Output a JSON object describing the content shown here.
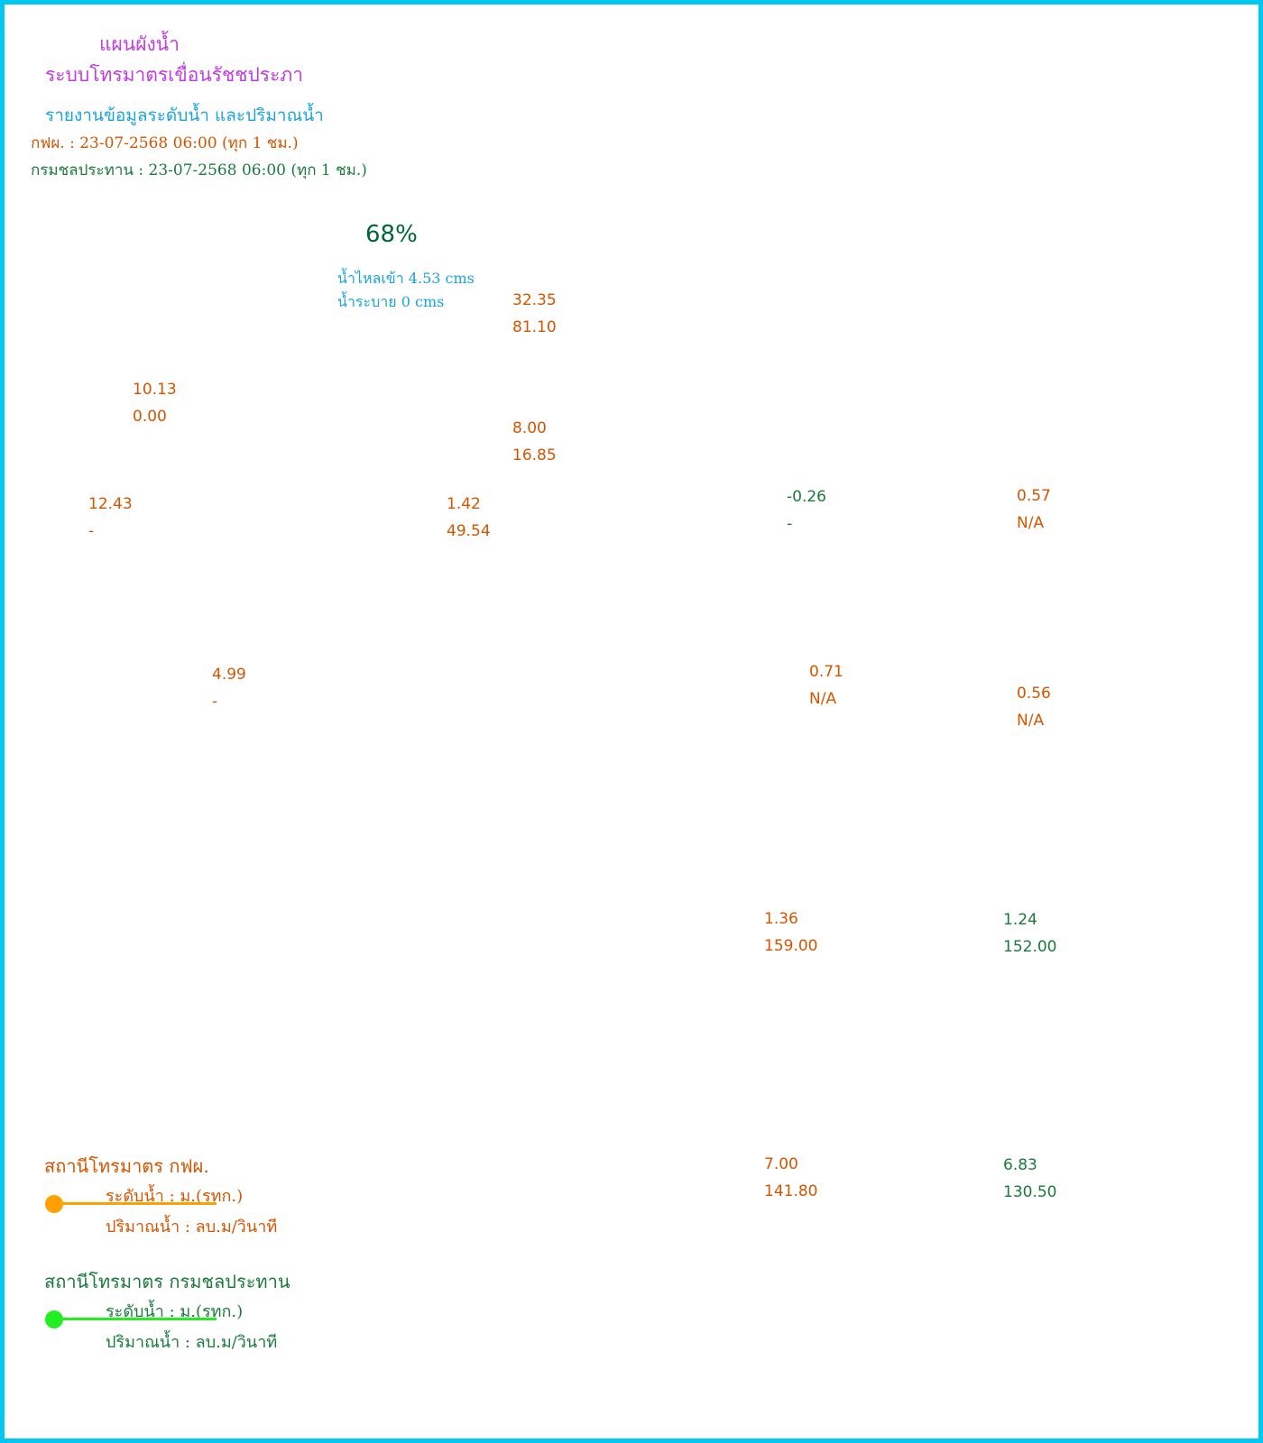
{
  "header": {
    "title": "แผนผังน้ำ",
    "subtitle": "ระบบโทรมาตรเขื่อนรัชชประภา",
    "report_title": "รายงานข้อมูลระดับน้ำ และปริมาณน้ำ",
    "egat_time": "กฟผ. : 23-07-2568 06:00 (ทุก 1 ชม.)",
    "rid_time": "กรมชลประทาน : 23-07-2568 06:00 (ทุก 1 ชม.)"
  },
  "dam": {
    "storage_percent": "68%",
    "storage_fraction": 0.68,
    "inflow": "น้ำไหลเข้า 4.53 cms",
    "release": "น้ำระบาย 0 cms"
  },
  "stations": [
    {
      "level": "32.35",
      "flow": "81.10",
      "agency": "egat"
    },
    {
      "level": "10.13",
      "flow": "0.00",
      "agency": "egat"
    },
    {
      "level": "8.00",
      "flow": "16.85",
      "agency": "egat"
    },
    {
      "level": "12.43",
      "flow": "-",
      "agency": "egat"
    },
    {
      "level": "1.42",
      "flow": "49.54",
      "agency": "egat"
    },
    {
      "level": "-0.26",
      "flow": "-",
      "agency": "rid"
    },
    {
      "level": "0.57",
      "flow": "N/A",
      "agency": "egat"
    },
    {
      "level": "4.99",
      "flow": "-",
      "agency": "egat"
    },
    {
      "level": "0.71",
      "flow": "N/A",
      "agency": "egat"
    },
    {
      "level": "0.56",
      "flow": "N/A",
      "agency": "egat"
    },
    {
      "level": "1.36",
      "flow": "159.00",
      "agency": "egat"
    },
    {
      "level": "1.24",
      "flow": "152.00",
      "agency": "rid"
    },
    {
      "level": "7.00",
      "flow": "141.80",
      "agency": "egat"
    },
    {
      "level": "6.83",
      "flow": "130.50",
      "agency": "rid"
    }
  ],
  "legend": {
    "egat": {
      "heading": "สถานีโทรมาตร กฟผ.",
      "level_label": "ระดับน้ำ : ม.(รทก.)",
      "flow_label": "ปริมาณน้ำ : ลบ.ม/วินาที"
    },
    "rid": {
      "heading": "สถานีโทรมาตร กรมชลประทาน",
      "level_label": "ระดับน้ำ : ม.(รทก.)",
      "flow_label": "ปริมาณน้ำ : ลบ.ม/วินาที"
    }
  },
  "colors": {
    "frame": "#00c8f0",
    "title": "#c03ce0",
    "report": "#1aa3e0",
    "egat": "#d45500",
    "rid": "#1a7a3a",
    "dam_percent": "#006633",
    "egat_marker": "#ffa000",
    "rid_marker": "#22ee22"
  }
}
